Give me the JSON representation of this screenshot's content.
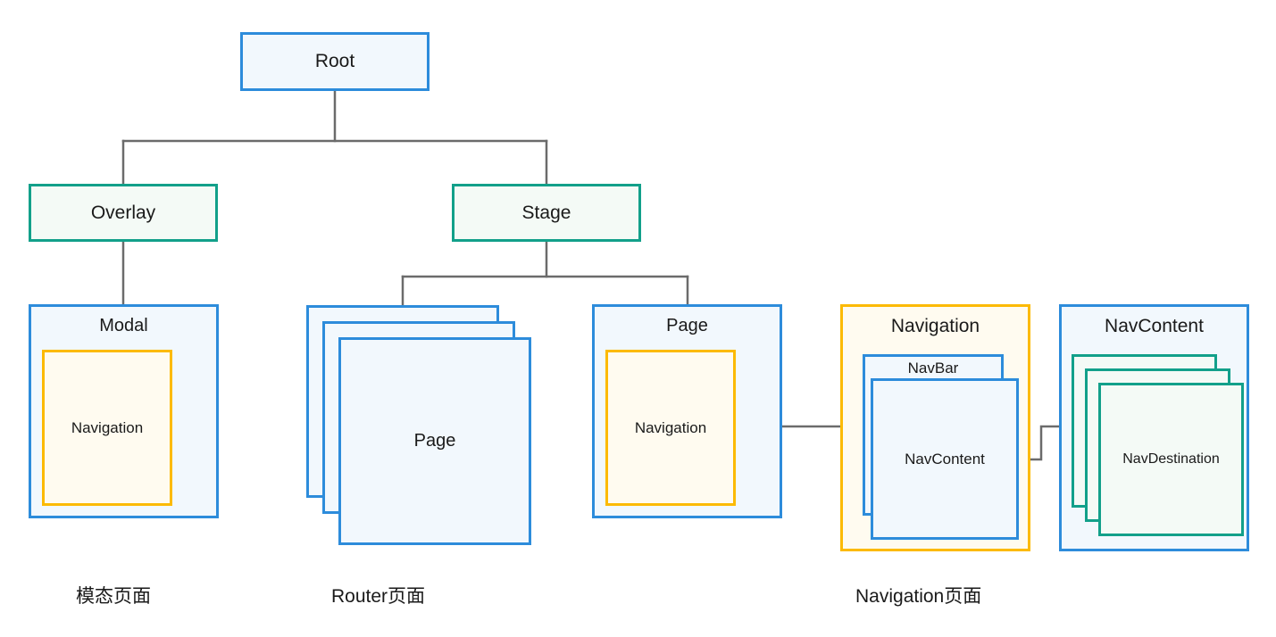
{
  "diagram": {
    "title_nodes": {
      "root": "Root",
      "overlay": "Overlay",
      "stage": "Stage",
      "modal": "Modal",
      "modal_navigation": "Navigation",
      "router_page": "Page",
      "stage_page": "Page",
      "stage_page_navigation": "Navigation",
      "navigation_panel": "Navigation",
      "navbar": "NavBar",
      "navigation_navcontent": "NavContent",
      "navcontent_panel": "NavContent",
      "navdestination": "NavDestination"
    },
    "captions": {
      "modal_group": "模态页面",
      "router_group": "Router页面",
      "navigation_group": "Navigation页面"
    },
    "colors": {
      "blue_border": "#2d8cdb",
      "blue_fill": "#f2f8fd",
      "teal_border": "#12a08a",
      "teal_fill": "#f4faf6",
      "orange_border": "#fcba03",
      "orange_fill": "#fffbf0",
      "edge_line": "#6b6b6b",
      "text": "#1a1a1a",
      "background": "#ffffff"
    },
    "edges": [
      {
        "from": "root",
        "to": "overlay"
      },
      {
        "from": "root",
        "to": "stage"
      },
      {
        "from": "overlay",
        "to": "modal"
      },
      {
        "from": "stage",
        "to": "router_page"
      },
      {
        "from": "stage",
        "to": "stage_page"
      },
      {
        "from": "stage_page_navigation",
        "to": "navigation_panel"
      },
      {
        "from": "navigation_navcontent",
        "to": "navcontent_panel"
      }
    ],
    "stack_counts": {
      "router_page_cards": 3,
      "navdestination_cards": 3
    }
  }
}
